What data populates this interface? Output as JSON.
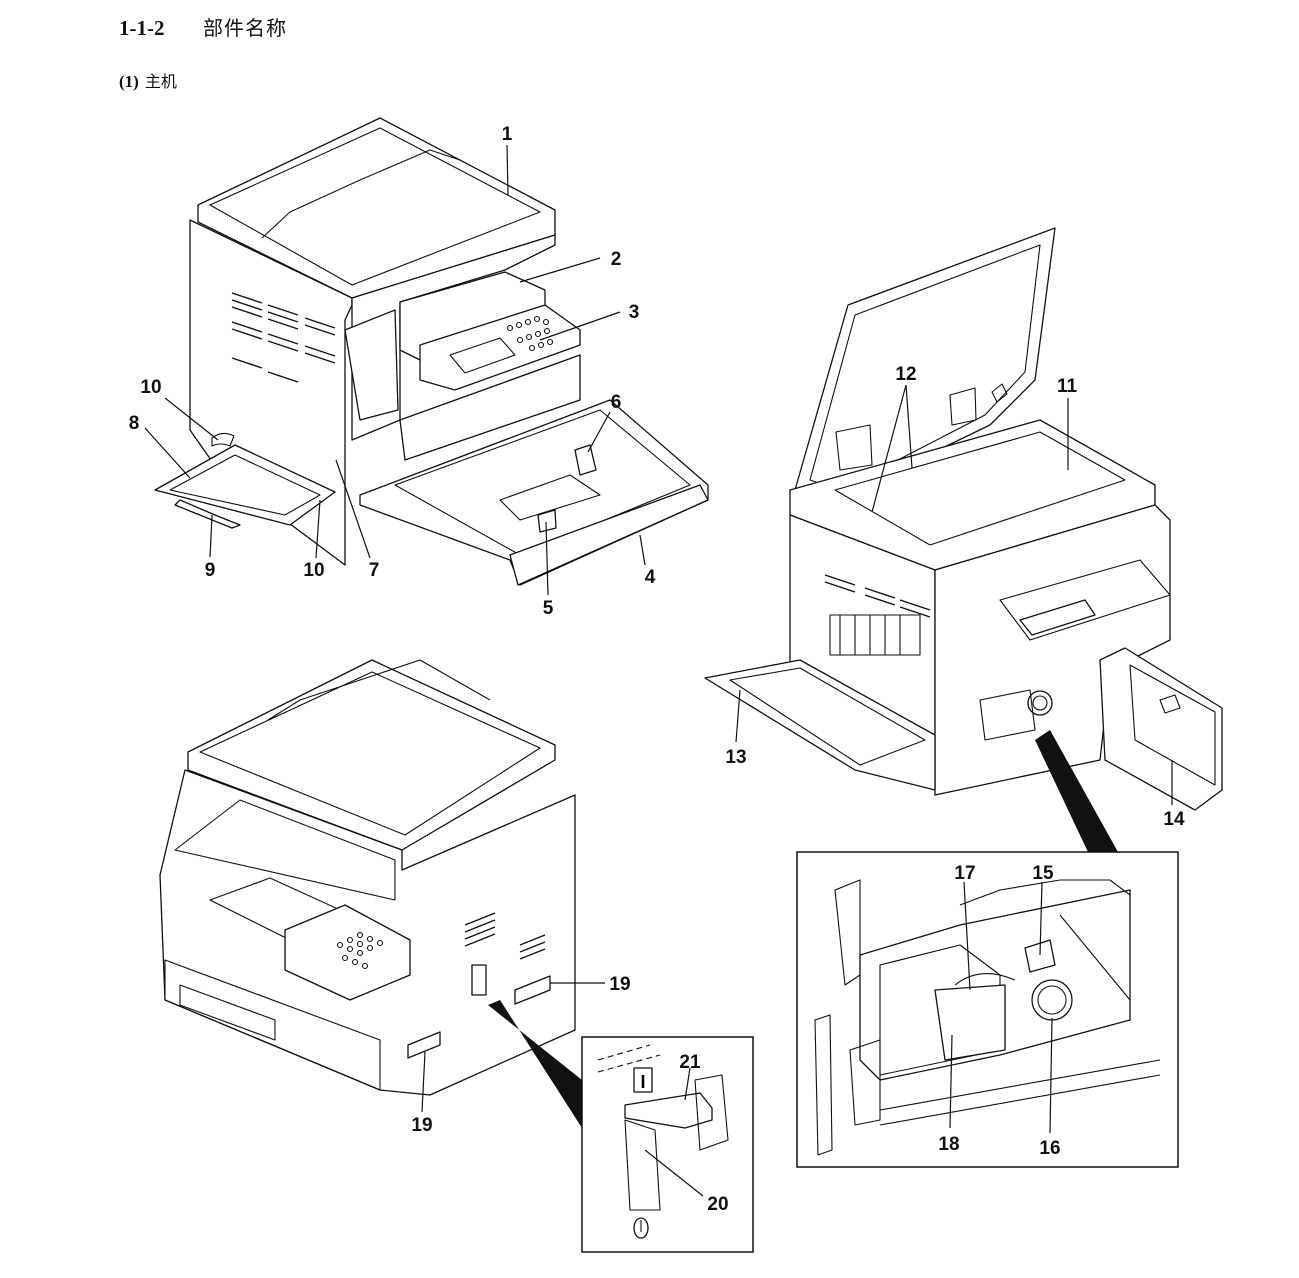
{
  "section": {
    "number": "1-1-2",
    "title": "部件名称"
  },
  "subsection": {
    "number": "(1)",
    "title": "主机"
  },
  "callouts": {
    "c1": "1",
    "c2": "2",
    "c3": "3",
    "c4": "4",
    "c5": "5",
    "c6": "6",
    "c7": "7",
    "c8": "8",
    "c9": "9",
    "c10a": "10",
    "c10b": "10",
    "c11": "11",
    "c12": "12",
    "c13": "13",
    "c14": "14",
    "c15": "15",
    "c16": "16",
    "c17": "17",
    "c18": "18",
    "c19a": "19",
    "c19b": "19",
    "c20": "20",
    "c21": "21"
  },
  "power_switch_symbol": "I"
}
